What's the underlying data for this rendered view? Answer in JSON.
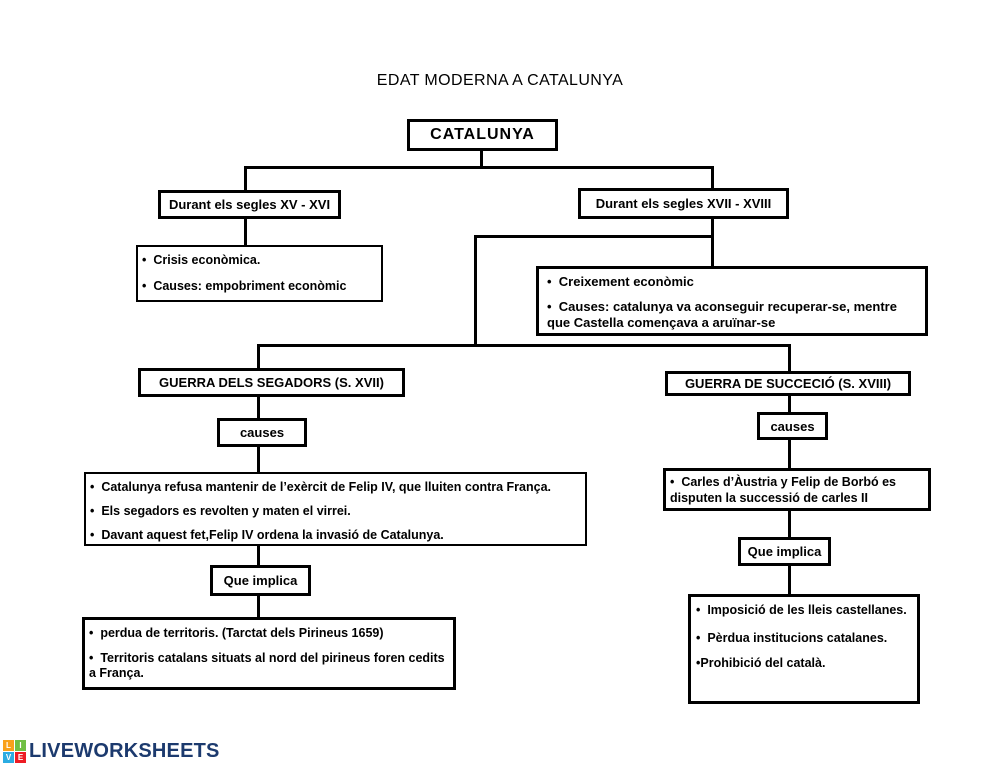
{
  "title": "EDAT MODERNA A CATALUNYA",
  "root": {
    "label": "CATALUNYA"
  },
  "periods": {
    "left": {
      "label": "Durant els segles XV - XVI",
      "details": [
        "Crisis econòmica.",
        "Causes: empobriment econòmic"
      ]
    },
    "right": {
      "label": "Durant els segles XVII - XVIII",
      "details": [
        "Creixement econòmic",
        "Causes: catalunya va aconseguir recuperar-se, mentre que Castella començava a aruïnar-se"
      ]
    }
  },
  "wars": {
    "segadors": {
      "title": "GUERRA DELS SEGADORS (S. XVII)",
      "causes_label": "causes",
      "causes": [
        "Catalunya refusa mantenir de l’exèrcit de Felip IV, que lluiten contra França.",
        "Els segadors es revolten y maten el virrei.",
        "Davant aquest fet,Felip IV ordena la invasió de Catalunya."
      ],
      "implies_label": "Que implica",
      "implications": [
        "perdua de territoris. (Tarctat dels Pirineus 1659)",
        "Territoris catalans situats al nord del pirineus foren cedits a França."
      ]
    },
    "successio": {
      "title": "GUERRA DE SUCCECIÓ (S. XVIII)",
      "causes_label": "causes",
      "causes": [
        "Carles d’Àustria y Felip de Borbó es disputen la successió de carles II"
      ],
      "implies_label": "Que implica",
      "implications": [
        "Imposició de les lleis castellanes.",
        "Pèrdua institucions catalanes.",
        "Prohibició del català."
      ]
    }
  },
  "footer": {
    "brand": "LIVEWORKSHEETS",
    "brand_color": "#1c3a6e",
    "logo_squares": [
      {
        "letter": "L",
        "color": "#f9a11b"
      },
      {
        "letter": "I",
        "color": "#70bf44"
      },
      {
        "letter": "V",
        "color": "#2bace2"
      },
      {
        "letter": "E",
        "color": "#ed1c24"
      }
    ]
  }
}
